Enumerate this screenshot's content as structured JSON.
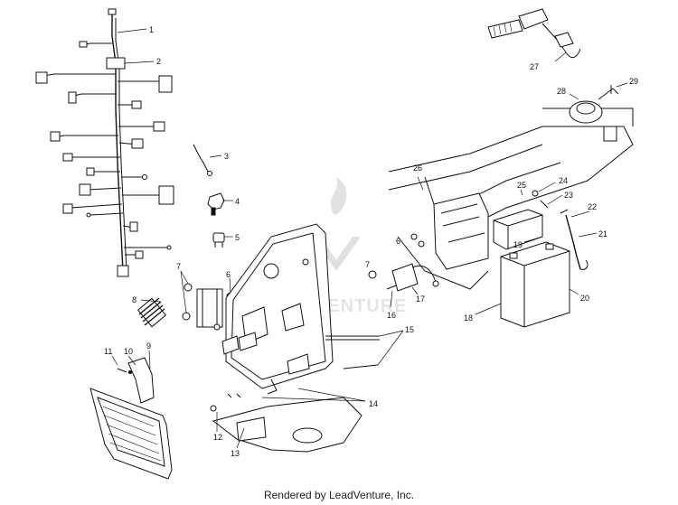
{
  "diagram": {
    "watermark_text": "LEADVENTURE",
    "footer": "Rendered by LeadVenture, Inc.",
    "callouts": [
      "1",
      "2",
      "3",
      "4",
      "5",
      "6",
      "6",
      "7",
      "7",
      "8",
      "9",
      "10",
      "11",
      "12",
      "13",
      "14",
      "15",
      "16",
      "17",
      "18",
      "19",
      "20",
      "21",
      "22",
      "23",
      "24",
      "25",
      "26",
      "27",
      "28",
      "29"
    ]
  }
}
